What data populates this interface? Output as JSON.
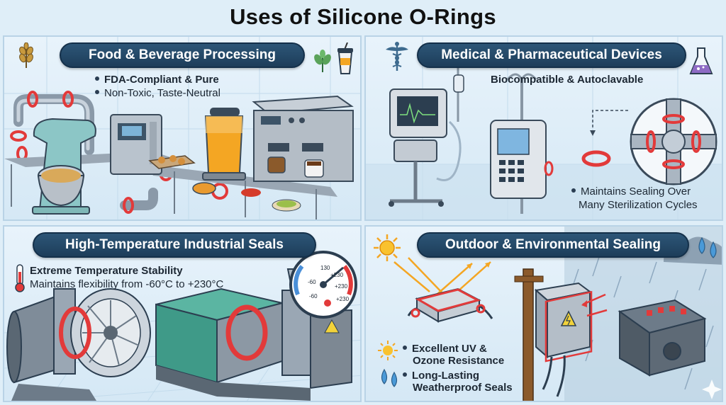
{
  "title": "Uses of Silicone O-Rings",
  "panels": {
    "food": {
      "heading": "Food & Beverage Processing",
      "bullets": [
        "FDA-Compliant & Pure",
        "Non-Toxic, Taste-Neutral"
      ],
      "icons": [
        "wheat-icon",
        "herb-icon",
        "drink-cup-icon"
      ]
    },
    "medical": {
      "heading": "Medical & Pharmaceutical Devices",
      "subheading": "Biocompatible & Autoclavable",
      "bullets": [
        "Maintains Sealing Over",
        "Many Sterilization Cycles"
      ],
      "icons": [
        "caduceus-icon",
        "flask-icon"
      ]
    },
    "industrial": {
      "heading": "High-Temperature Industrial Seals",
      "bullets": [
        "Extreme Temperature Stability",
        "Maintains flexibility from -60°C to +230°C"
      ],
      "gauge_labels": [
        "130",
        "+230",
        "-60",
        "+230",
        "-60",
        "+230"
      ],
      "icons": [
        "thermometer-icon"
      ]
    },
    "outdoor": {
      "heading": "Outdoor & Environmental Sealing",
      "bullets": [
        "Excellent UV &",
        "Ozone Resistance",
        "Long-Lasting",
        "Weatherproof Seals"
      ],
      "icons": [
        "sun-icon",
        "water-drops-icon"
      ]
    }
  },
  "colors": {
    "banner": "#1d3d5a",
    "seal_red": "#e23a3a",
    "panel_bg": "#dcecf7"
  }
}
